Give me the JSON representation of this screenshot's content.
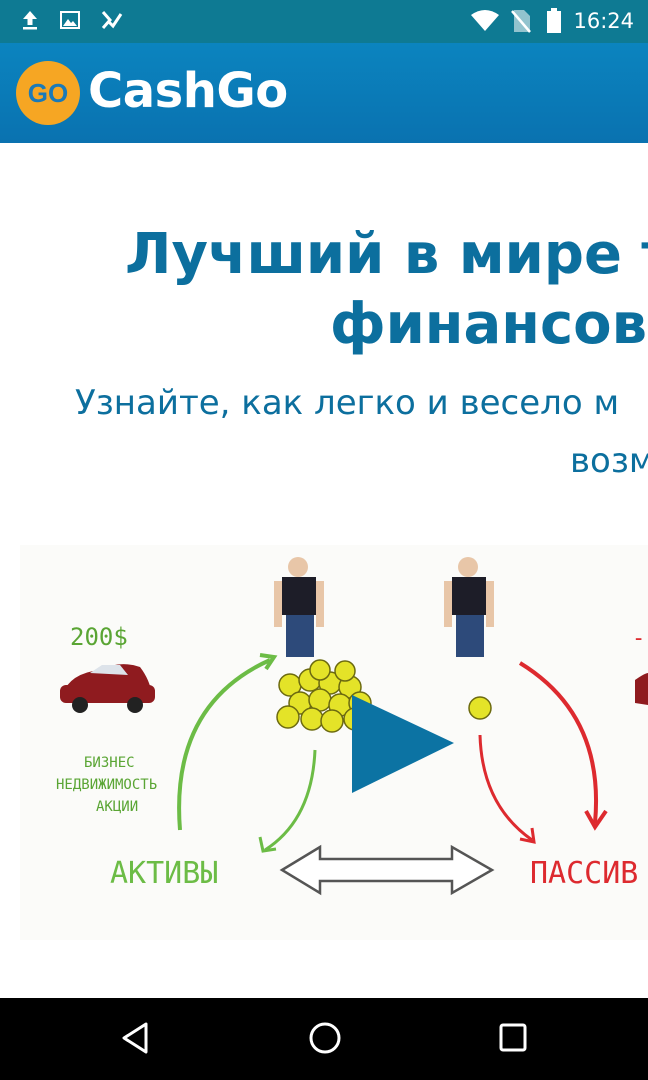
{
  "status_bar": {
    "time": "16:24",
    "left_icons": [
      "upload-icon",
      "image-icon",
      "checkbox-notification-icon"
    ],
    "right_icons": [
      "wifi-icon",
      "no-sim-icon",
      "battery-icon"
    ]
  },
  "header": {
    "logo_badge": "GO",
    "app_name": "CashGo",
    "brand_color": "#0b84bf",
    "badge_color": "#f6a623"
  },
  "hero": {
    "title_line1": "Лучший в мире тр",
    "title_line2": "финансово",
    "subtitle_line1": "Узнайте, как легко и весело м",
    "subtitle_line2": "возм"
  },
  "video": {
    "price_label": "200$",
    "left_list": [
      "БИЗНЕС",
      "НЕДВИЖИМОСТЬ",
      "АКЦИИ"
    ],
    "assets_label": "АКТИВЫ",
    "liabilities_label": "ПАССИВ",
    "right_cut_text": "-",
    "play_icon": "play-icon"
  },
  "nav_bar": {
    "icons": [
      "back-icon",
      "home-icon",
      "recents-icon"
    ]
  }
}
